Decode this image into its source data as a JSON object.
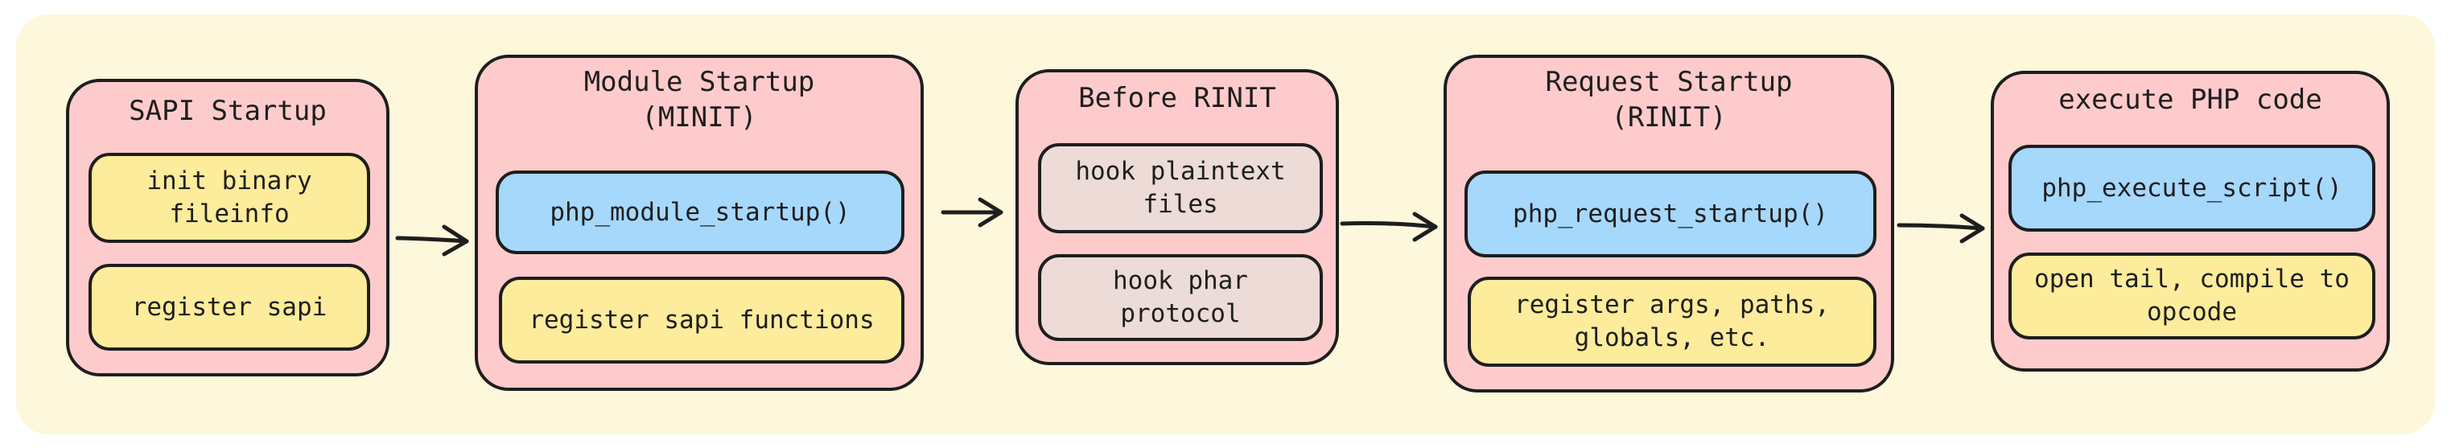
{
  "diagram": {
    "stages": [
      {
        "title": "SAPI Startup",
        "steps": [
          {
            "text": "init binary\nfileinfo",
            "color": "yellow"
          },
          {
            "text": "register sapi",
            "color": "yellow"
          }
        ]
      },
      {
        "title": "Module Startup\n(MINIT)",
        "steps": [
          {
            "text": "php_module_startup()",
            "color": "blue"
          },
          {
            "text": "register sapi functions",
            "color": "yellow"
          }
        ]
      },
      {
        "title": "Before RINIT",
        "steps": [
          {
            "text": "hook plaintext\nfiles",
            "color": "grey"
          },
          {
            "text": "hook phar\nprotocol",
            "color": "grey"
          }
        ]
      },
      {
        "title": "Request Startup\n(RINIT)",
        "steps": [
          {
            "text": "php_request_startup()",
            "color": "blue"
          },
          {
            "text": "register args, paths,\nglobals, etc.",
            "color": "yellow"
          }
        ]
      },
      {
        "title": "execute PHP code",
        "steps": [
          {
            "text": "php_execute_script()",
            "color": "blue"
          },
          {
            "text": "open tail, compile to\nopcode",
            "color": "yellow"
          }
        ]
      }
    ],
    "colors": {
      "background": "#fdf7dc",
      "stage_fill": "#fecbcc",
      "yellow": "#fdec9b",
      "blue": "#a6d8fc",
      "grey": "#ecdbd6",
      "stroke": "#1e1e1e"
    }
  }
}
